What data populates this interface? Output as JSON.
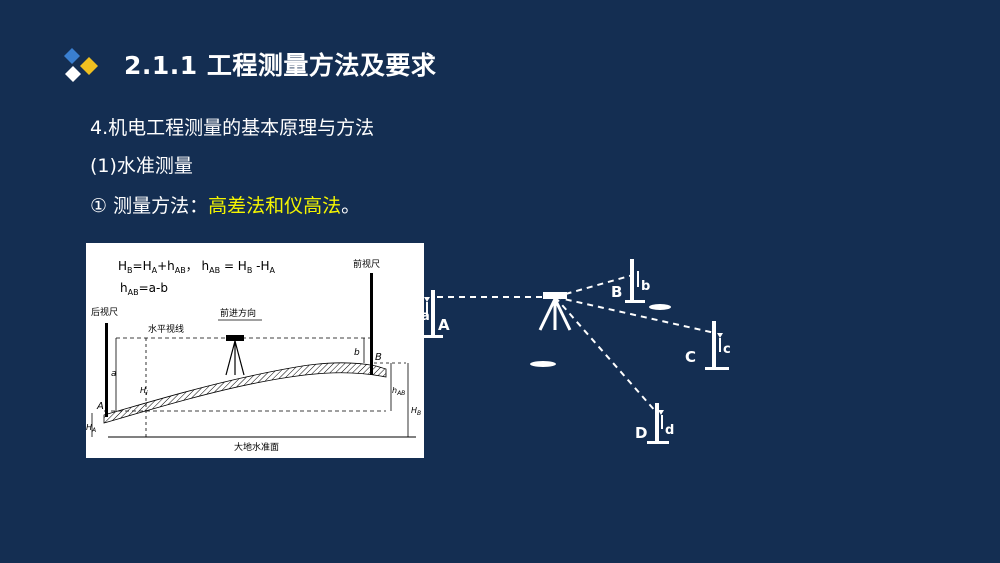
{
  "header": {
    "title": "2.1.1 工程测量方法及要求"
  },
  "content": {
    "line1": "4.机电工程测量的基本原理与方法",
    "line2": "(1)水准测量",
    "line3_prefix": "① 测量方法：",
    "line3_highlight": "高差法和仪高法",
    "line3_suffix": "。"
  },
  "left_diagram": {
    "formula1_parts": [
      "H",
      "B",
      "=H",
      "A",
      "+h",
      "AB",
      "，  h",
      "AB",
      " = H",
      "B",
      " -H",
      "A"
    ],
    "formula2_parts": [
      "h",
      "AB",
      "=a-b"
    ],
    "rear_staff": "后视尺",
    "front_staff": "前视尺",
    "direction": "前进方向",
    "horizontal_sight": "水平视线",
    "datum": "大地水准面",
    "label_a": "a",
    "label_b": "b",
    "label_A": "A",
    "label_B": "B",
    "label_Hi": "H",
    "label_Hi_sub": "i",
    "label_hAB": "h",
    "label_hAB_sub": "AB",
    "label_HB": "H",
    "label_HB_sub": "B",
    "label_HA": "H",
    "label_HA_sub": "A"
  },
  "right_diagram": {
    "label_A": "A",
    "label_a": "a",
    "label_B": "B",
    "label_b": "b",
    "label_C": "C",
    "label_c": "c",
    "label_D": "D",
    "label_d": "d"
  },
  "colors": {
    "background": "#142e52",
    "highlight": "#f5f500",
    "text": "#ffffff"
  }
}
